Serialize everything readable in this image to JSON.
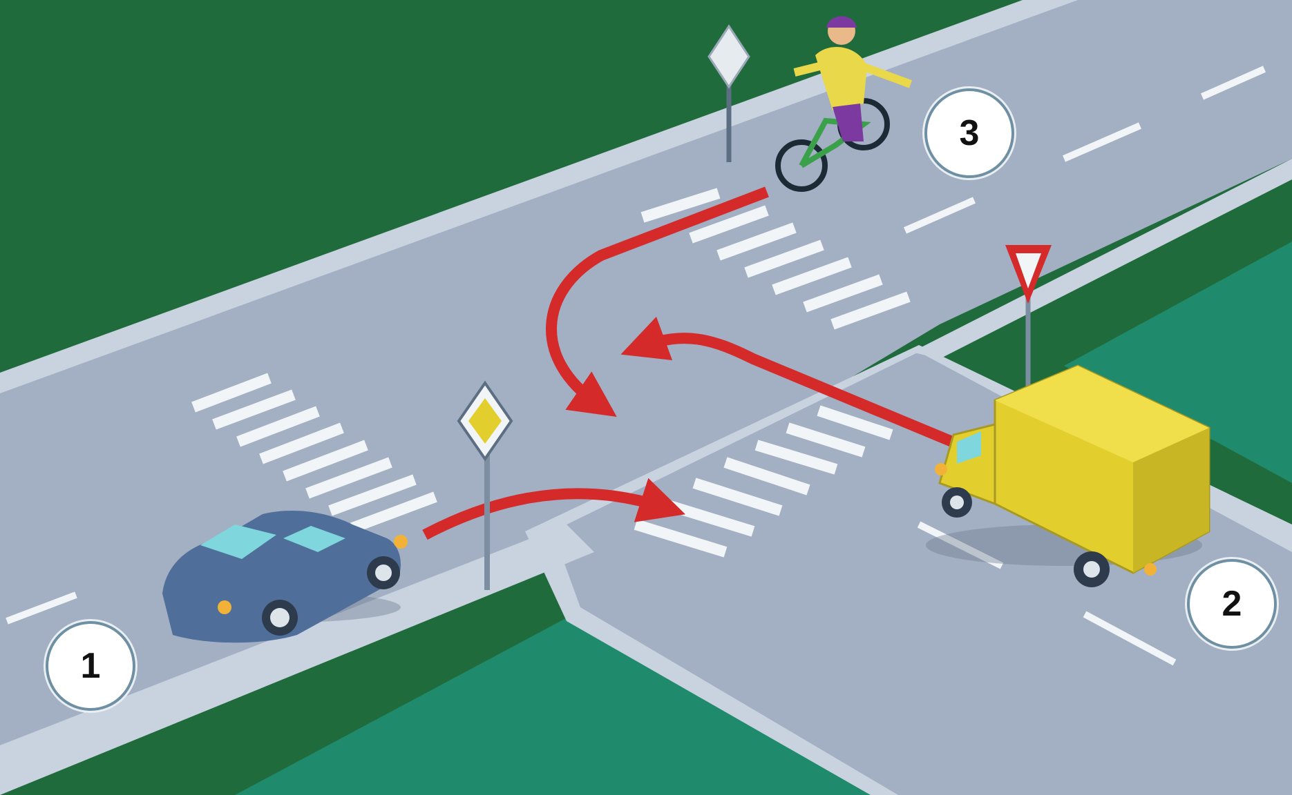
{
  "labels": {
    "participant_1": "1",
    "participant_2": "2",
    "participant_3": "3"
  },
  "colors": {
    "grass": "#1f6b3c",
    "grass_light": "#1f8a6c",
    "road": "#a3afc2",
    "sidewalk": "#c9d3e0",
    "marking": "#f2f5f8",
    "arrow": "#d42a2a",
    "car": "#4f6e9a",
    "truck": "#e2cf2e",
    "cyclist": "#e8d84a"
  },
  "icons": {
    "car": "car-icon",
    "truck": "truck-icon",
    "cyclist": "cyclist-icon",
    "priority_sign": "priority-road-sign-icon",
    "yield_sign": "yield-sign-icon"
  }
}
